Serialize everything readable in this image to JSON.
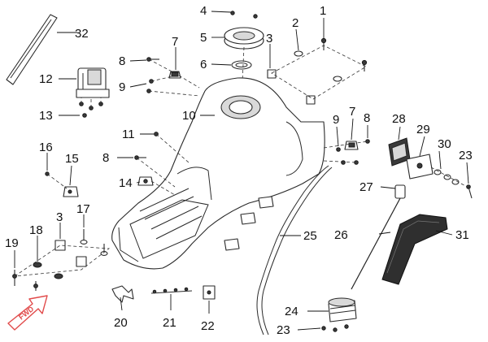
{
  "diagram": {
    "callouts": [
      {
        "label": "1"
      },
      {
        "label": "2"
      },
      {
        "label": "3"
      },
      {
        "label": "4"
      },
      {
        "label": "5"
      },
      {
        "label": "6"
      },
      {
        "label": "7"
      },
      {
        "label": "8"
      },
      {
        "label": "9"
      },
      {
        "label": "10"
      },
      {
        "label": "11"
      },
      {
        "label": "12"
      },
      {
        "label": "13"
      },
      {
        "label": "14"
      },
      {
        "label": "15"
      },
      {
        "label": "16"
      },
      {
        "label": "17"
      },
      {
        "label": "18"
      },
      {
        "label": "3"
      },
      {
        "label": "19"
      },
      {
        "label": "20"
      },
      {
        "label": "21"
      },
      {
        "label": "22"
      },
      {
        "label": "23"
      },
      {
        "label": "24"
      },
      {
        "label": "25"
      },
      {
        "label": "26"
      },
      {
        "label": "27"
      },
      {
        "label": "28"
      },
      {
        "label": "29"
      },
      {
        "label": "30"
      },
      {
        "label": "23"
      },
      {
        "label": "31"
      },
      {
        "label": "32"
      },
      {
        "label": "8"
      },
      {
        "label": "9"
      },
      {
        "label": "7"
      },
      {
        "label": "8"
      }
    ],
    "direction_arrow": {
      "label": "FWD",
      "color": "#e14b4b"
    },
    "line_color": "#2a2a2a"
  }
}
